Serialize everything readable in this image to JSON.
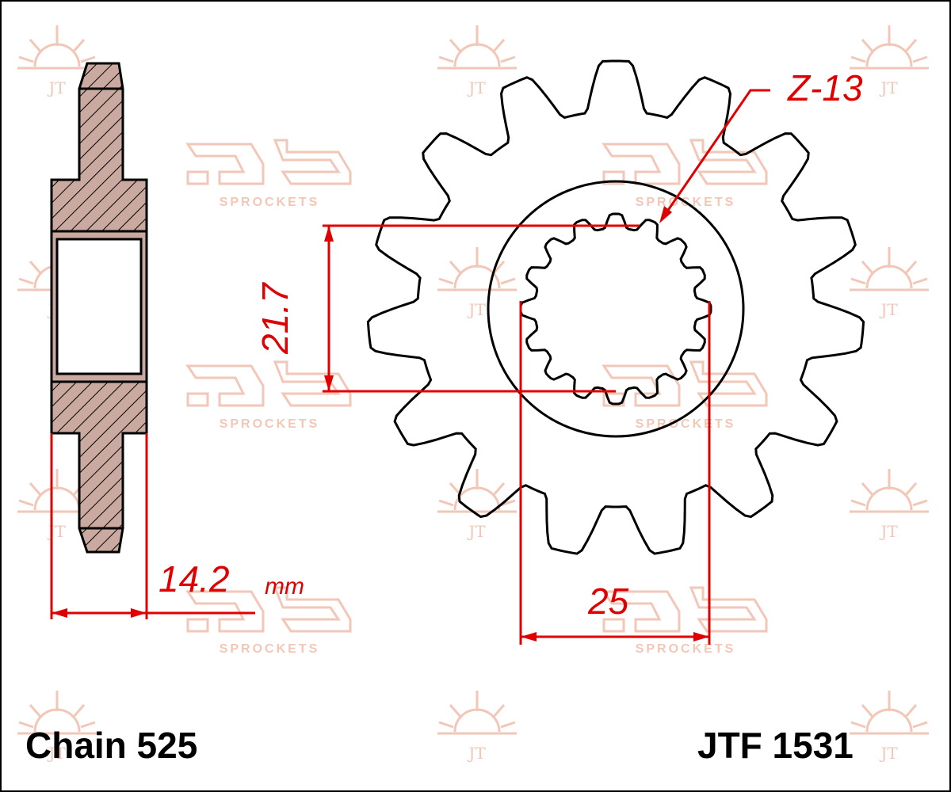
{
  "drawing": {
    "tooth_label": "Z-13",
    "bore_height": "21.7",
    "spline_width": "25",
    "hub_width": "14.2",
    "hub_width_unit": "mm",
    "chain": "Chain 525",
    "part_number": "JTF 1531",
    "watermark_text": "SPROCKETS"
  },
  "colors": {
    "dimension": "#e00000",
    "outline": "#000000",
    "watermark": "#f2c7b8",
    "hatch_fill": "#c9a9a0"
  }
}
